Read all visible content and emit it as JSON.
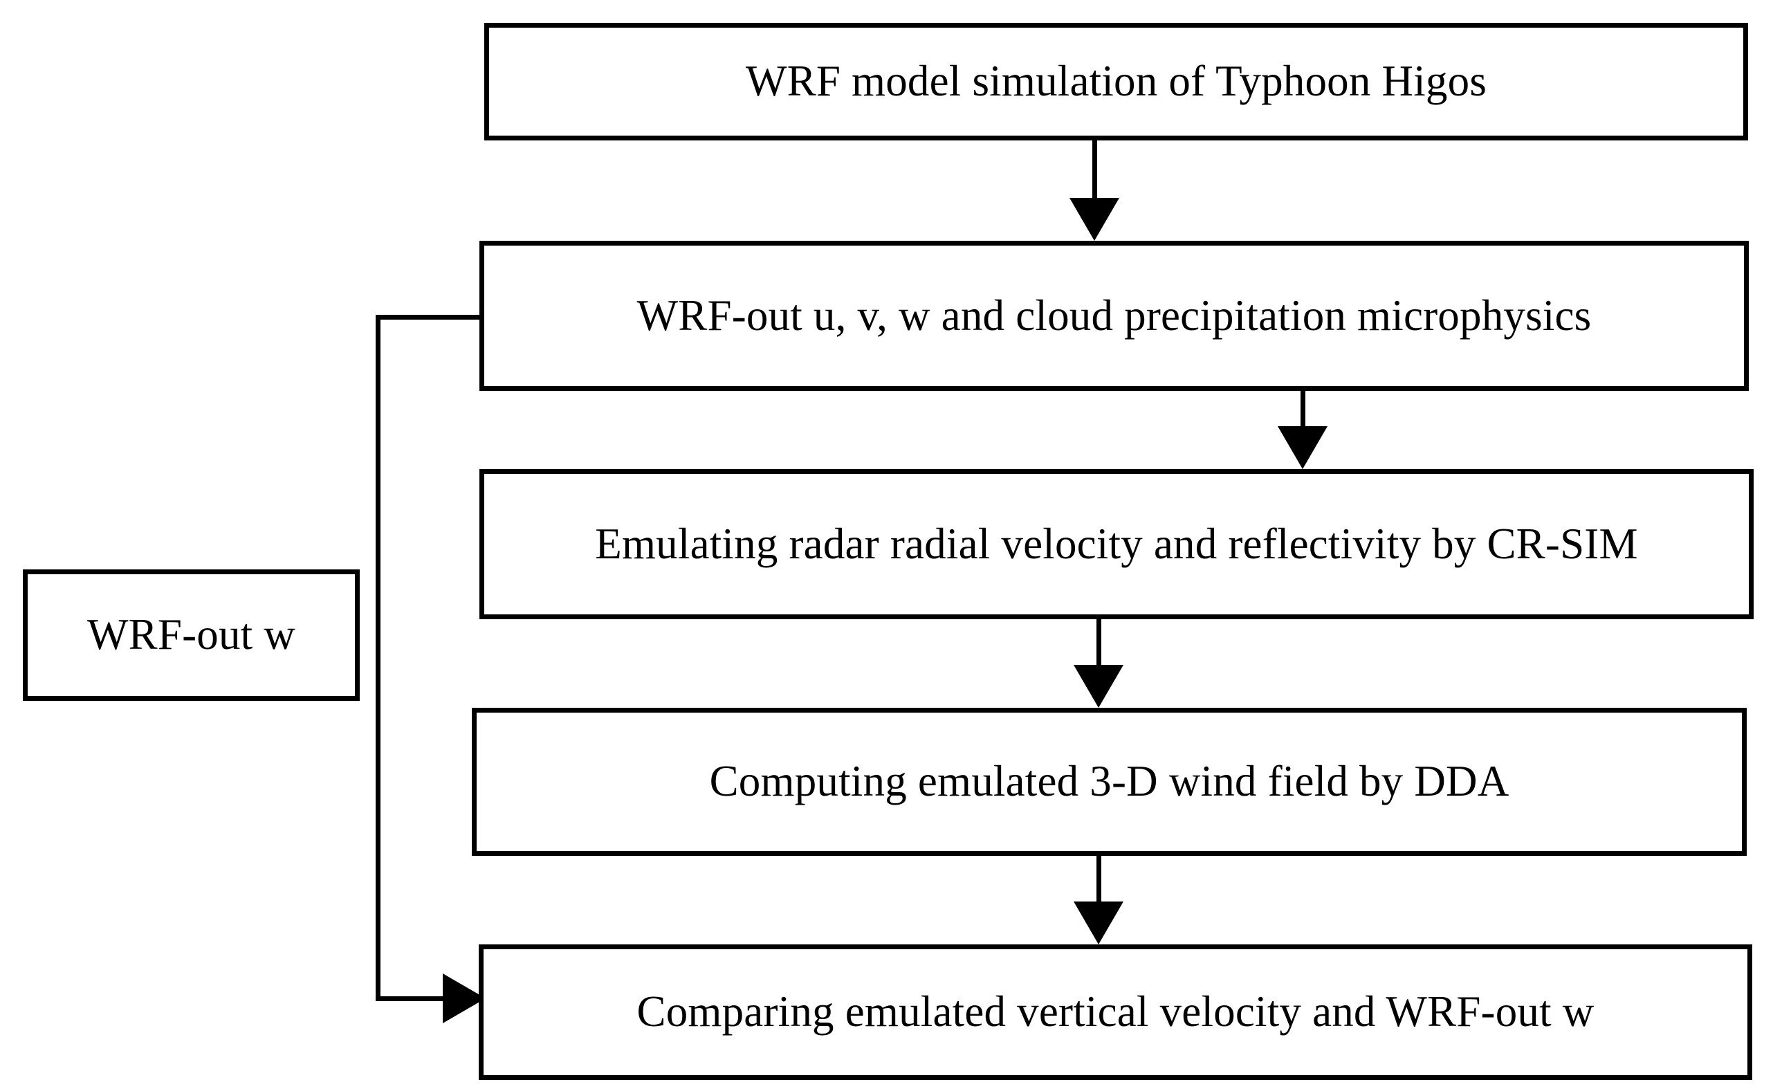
{
  "diagram": {
    "title": "WRF / CR-SIM / DDA emulation workflow flowchart",
    "style": {
      "background": "#ffffff",
      "stroke": "#000000",
      "text": "#000000"
    },
    "nodes": [
      {
        "id": "wrf-sim",
        "label": "WRF model simulation of Typhoon Higos"
      },
      {
        "id": "wrf-out-fields",
        "label": "WRF-out u, v, w and cloud precipitation microphysics"
      },
      {
        "id": "crsim",
        "label": "Emulating radar radial velocity and reflectivity by CR-SIM"
      },
      {
        "id": "dda",
        "label": "Computing emulated 3-D wind field by DDA"
      },
      {
        "id": "compare",
        "label": "Comparing emulated vertical velocity and WRF-out w"
      },
      {
        "id": "wrf-out-w",
        "label": "WRF-out w"
      }
    ],
    "edges": [
      {
        "id": "e1",
        "from": "wrf-sim",
        "to": "wrf-out-fields",
        "kind": "arrow-down"
      },
      {
        "id": "e2",
        "from": "wrf-out-fields",
        "to": "crsim",
        "kind": "arrow-down"
      },
      {
        "id": "e3",
        "from": "crsim",
        "to": "dda",
        "kind": "arrow-down"
      },
      {
        "id": "e4",
        "from": "dda",
        "to": "compare",
        "kind": "arrow-down"
      },
      {
        "id": "e5",
        "from": "wrf-out-fields",
        "to": "compare",
        "kind": "elbow-left-down-right-arrow"
      }
    ]
  }
}
